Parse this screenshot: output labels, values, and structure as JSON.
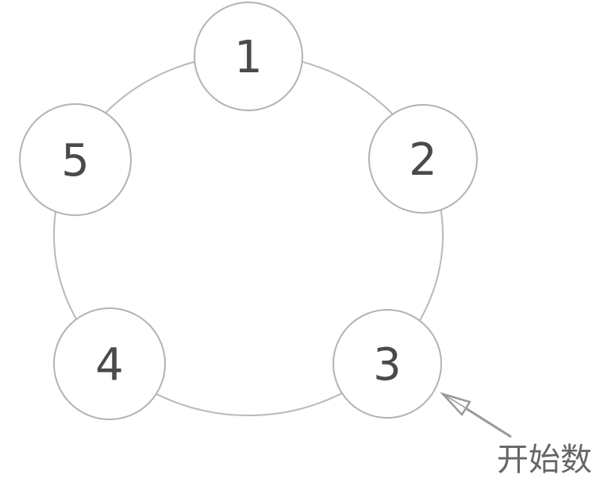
{
  "diagram": {
    "type": "counting-circle",
    "nodes": [
      {
        "label": "1"
      },
      {
        "label": "2"
      },
      {
        "label": "3"
      },
      {
        "label": "4"
      },
      {
        "label": "5"
      }
    ],
    "annotation": {
      "label": "开始数",
      "target_node": "3"
    },
    "colors": {
      "background": "#ffffff",
      "ring_stroke": "#b9b9b9",
      "node_stroke": "#b3b3b3",
      "node_fill": "#ffffff",
      "node_text": "#4a4a4a",
      "arrow": "#9a9a9a",
      "arrowhead_fill": "#ffffff",
      "annotation_text": "#666666"
    }
  }
}
